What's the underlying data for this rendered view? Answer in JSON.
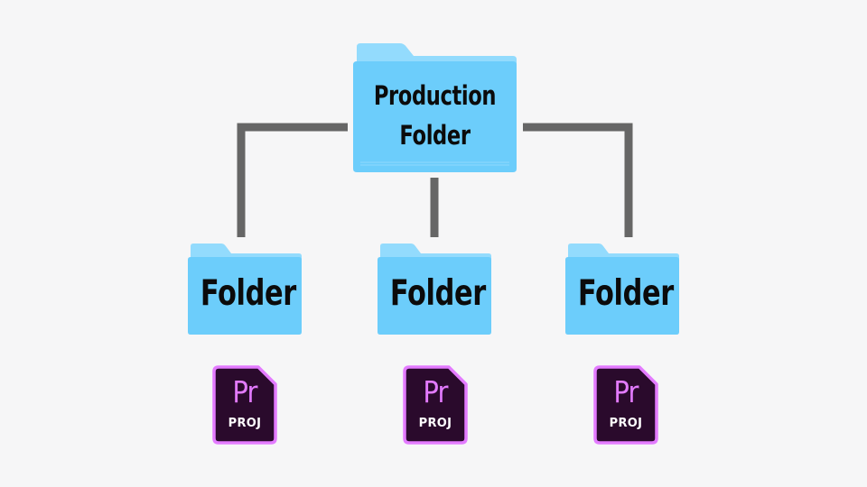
{
  "root_folder": {
    "line1": "Production",
    "line2": "Folder",
    "icon": "folder-icon",
    "color": "#6ccdfb"
  },
  "child_folders": [
    {
      "label": "Folder",
      "icon": "folder-icon"
    },
    {
      "label": "Folder",
      "icon": "folder-icon"
    },
    {
      "label": "Folder",
      "icon": "folder-icon"
    }
  ],
  "project_files": [
    {
      "letters": "Pr",
      "extension": "PROJ",
      "icon": "premiere-pro-project-icon"
    },
    {
      "letters": "Pr",
      "extension": "PROJ",
      "icon": "premiere-pro-project-icon"
    },
    {
      "letters": "Pr",
      "extension": "PROJ",
      "icon": "premiere-pro-project-icon"
    }
  ],
  "colors": {
    "folder_body": "#6ccdfb",
    "folder_tab": "#93dbfd",
    "connector": "#666666",
    "premiere_bg": "#2a0a2c",
    "premiere_border": "#e37bff"
  }
}
